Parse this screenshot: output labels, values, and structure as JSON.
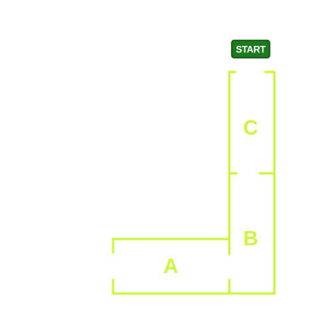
{
  "start": {
    "label": "START",
    "bg_color": "#1e7a1e",
    "border_color": "#0b4d0b",
    "text_color": "#ffffff"
  },
  "colors": {
    "wall": "#ccf53f",
    "label": "#ccf53f",
    "background": "#ffffff"
  },
  "zones": [
    {
      "id": "A",
      "label": "A"
    },
    {
      "id": "B",
      "label": "B"
    },
    {
      "id": "C",
      "label": "C"
    }
  ]
}
